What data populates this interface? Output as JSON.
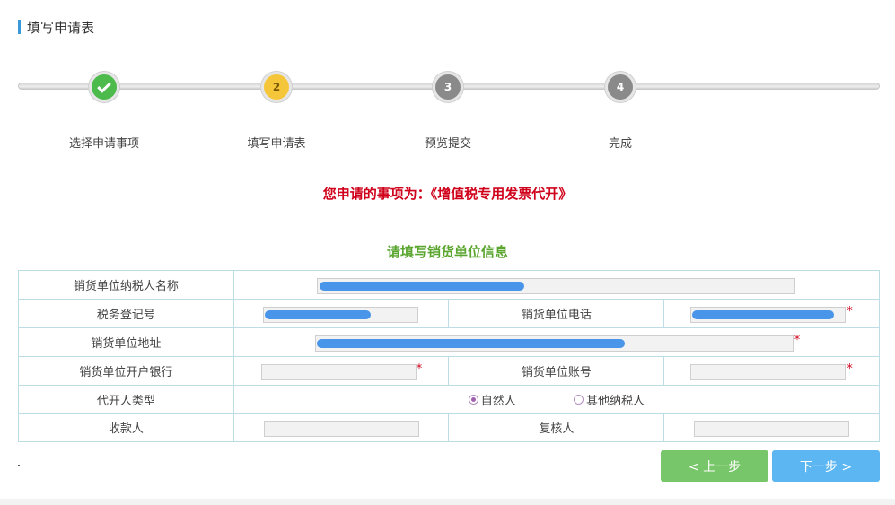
{
  "header": {
    "title": "填写申请表"
  },
  "steps": [
    {
      "number": "",
      "label": "选择申请事项",
      "state": "done"
    },
    {
      "number": "2",
      "label": "填写申请表",
      "state": "current"
    },
    {
      "number": "3",
      "label": "预览提交",
      "state": "todo"
    },
    {
      "number": "4",
      "label": "完成",
      "state": "todo"
    }
  ],
  "item_line": "您申请的事项为：《增值税专用发票代开》",
  "section_title": "请填写销货单位信息",
  "form": {
    "seller_name_label": "销货单位纳税人名称",
    "tax_reg_label": "税务登记号",
    "seller_phone_label": "销货单位电话",
    "seller_address_label": "销货单位地址",
    "seller_bank_label": "销货单位开户银行",
    "seller_account_label": "销货单位账号",
    "issuer_type_label": "代开人类型",
    "issuer_type_options": [
      "自然人",
      "其他纳税人"
    ],
    "issuer_type_selected": "自然人",
    "payee_label": "收款人",
    "reviewer_label": "复核人",
    "required_mark": "*"
  },
  "buttons": {
    "prev": "< 上一步",
    "next": "下一步 >"
  },
  "colors": {
    "accent_blue": "#3a9ad9",
    "required_red": "#d0021b",
    "section_green": "#5aa52e",
    "prev_green": "#78c66a",
    "next_blue": "#5bb6f2"
  }
}
